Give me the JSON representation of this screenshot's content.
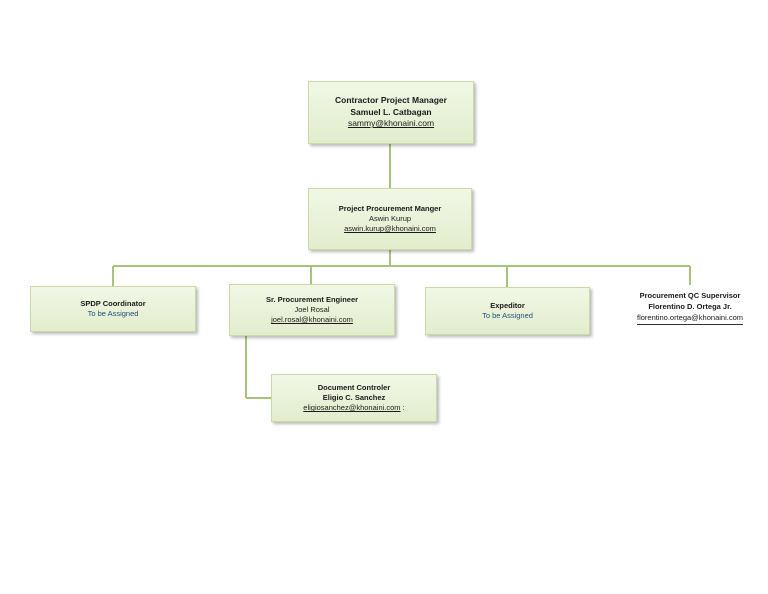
{
  "nodes": {
    "contractor_pm": {
      "title": "Contractor Project Manager",
      "name": "Samuel L. Catbagan",
      "email": "sammy@khonaini.com"
    },
    "procurement_manager": {
      "title": "Project Procurement Manger",
      "name": "Aswin Kurup",
      "email": "aswin.kurup@khonaini.com"
    },
    "spdp_coordinator": {
      "title": "SPDP Coordinator",
      "status": "To be Assigned"
    },
    "sr_procurement_engineer": {
      "title": "Sr. Procurement Engineer",
      "name": "Joel Rosal",
      "email": "joel.rosal@khonaini.com"
    },
    "expeditor": {
      "title": "Expeditor",
      "status": "To be Assigned"
    },
    "qc_supervisor": {
      "title": "Procurement QC Supervisor",
      "name": "Florentino D. Ortega Jr.",
      "email": "florentino.ortega@khonaini.com"
    },
    "document_controller": {
      "title": "Document Controler",
      "name": "Eligio C. Sanchez",
      "email": "eligiosanchez@khonaini.com",
      "suffix": " :"
    }
  },
  "colors": {
    "connector": "#a6c47a",
    "node_fill": "#e8f1d8",
    "assigned_text": "#1f4e79"
  }
}
